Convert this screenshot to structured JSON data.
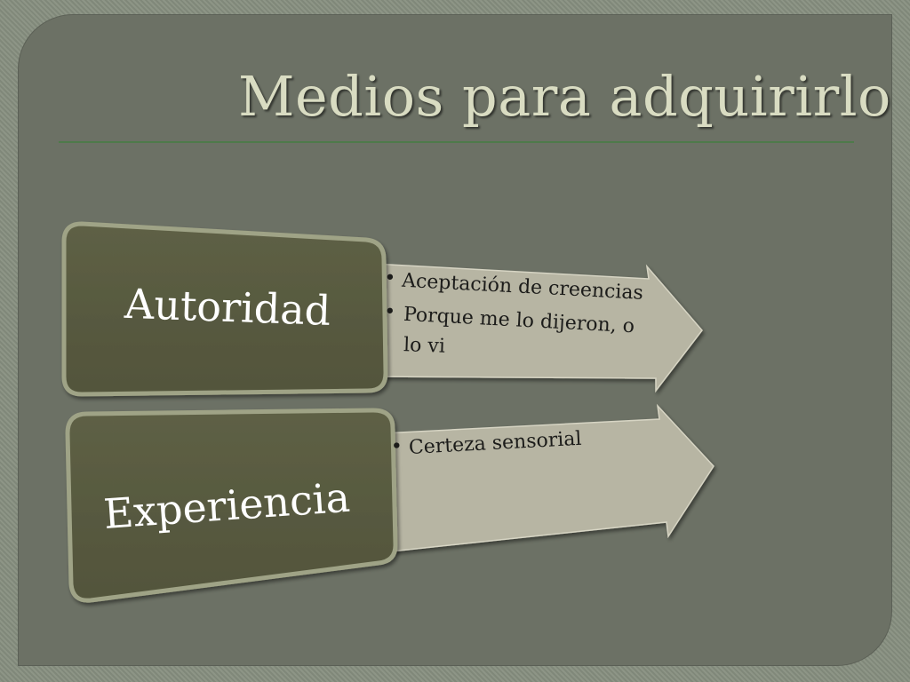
{
  "slide": {
    "title": "Medios para adquirirlo"
  },
  "items": [
    {
      "label": "Autoridad",
      "bullets": [
        "Aceptación de creencias",
        "Porque me lo dijeron, o",
        "lo vi"
      ]
    },
    {
      "label": "Experiencia",
      "bullets": [
        "Certeza sensorial"
      ]
    }
  ],
  "colors": {
    "slide_bg": "#6c7165",
    "box_fill": "#585a40",
    "arrow_fill": "#b7b5a3",
    "title_text": "#d9dcc2"
  }
}
